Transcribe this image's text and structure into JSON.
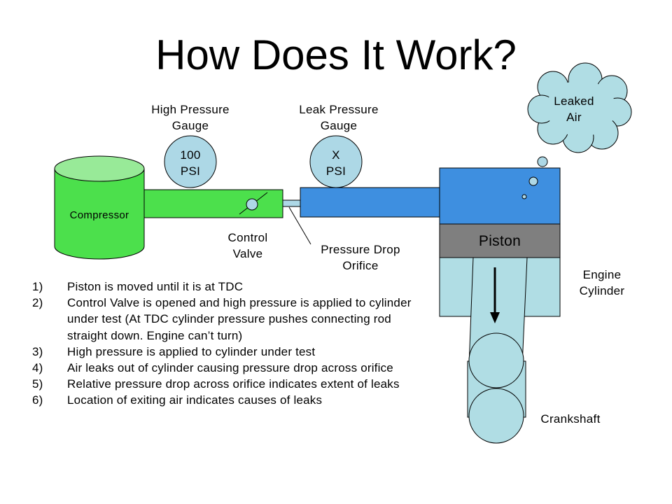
{
  "title": "How Does It Work?",
  "labels": {
    "compressor": "Compressor",
    "high_gauge_title": "High Pressure\nGauge",
    "high_gauge_value": "100\nPSI",
    "leak_gauge_title": "Leak Pressure\nGauge",
    "leak_gauge_value": "X\nPSI",
    "control_valve": "Control\nValve",
    "orifice": "Pressure Drop\nOrifice",
    "piston": "Piston",
    "engine_cylinder": "Engine\nCylinder",
    "crankshaft": "Crankshaft",
    "leaked_air": "Leaked\nAir"
  },
  "steps": [
    {
      "num": "1)",
      "text": "Piston is moved until it is at TDC"
    },
    {
      "num": "2)",
      "text": "Control Valve is opened and high pressure is applied to cylinder under test (At TDC cylinder pressure pushes connecting rod straight down. Engine can’t turn)"
    },
    {
      "num": "3)",
      "text": "High pressure is applied to cylinder under test"
    },
    {
      "num": "4)",
      "text": "Air leaks out of cylinder causing pressure drop across orifice"
    },
    {
      "num": "5)",
      "text": "Relative pressure drop across orifice indicates extent of leaks"
    },
    {
      "num": "6)",
      "text": "Location of exiting air indicates causes of leaks"
    }
  ],
  "colors": {
    "compressor": "#4ce04c",
    "compressor_top": "#98ea98",
    "leak_pipe": "#3e8fe0",
    "gauge": "#add8e6",
    "cylinder": "#b0dde4",
    "piston": "#7f7f7f",
    "cloud": "#b0dde4"
  }
}
